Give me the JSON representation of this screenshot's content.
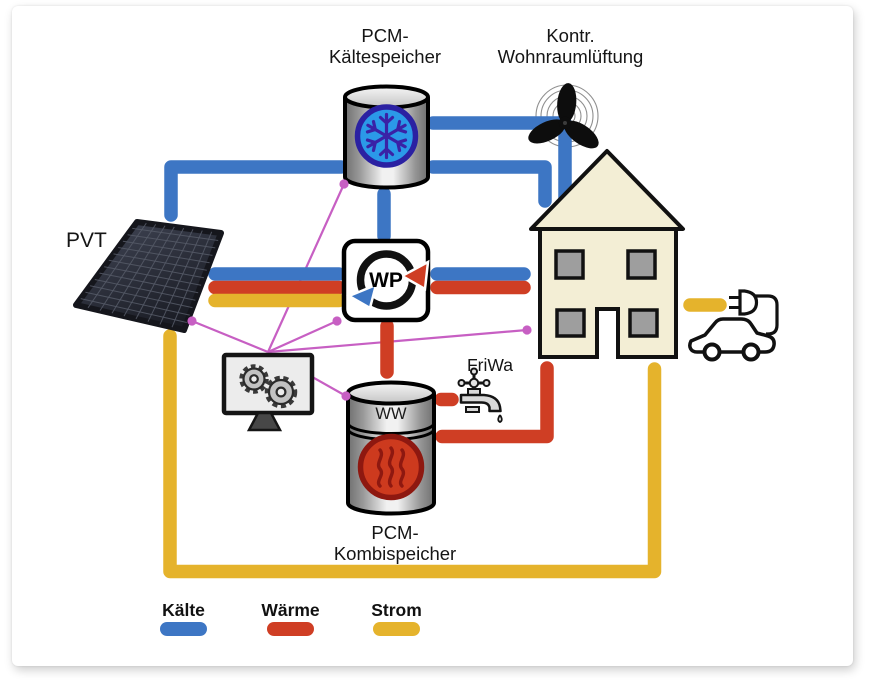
{
  "colors": {
    "cold": "#3d76c4",
    "heat": "#cf3e24",
    "power": "#e5b32c",
    "control": "#c75fc3",
    "house-fill": "#f3eed5",
    "window-fill": "#9e9e9e",
    "panel-dark": "#1a1c24",
    "metal-dark": "#707070",
    "metal-light": "#f1f1f1",
    "cold-icon-fill": "#2b99e8",
    "cold-icon-ring": "#2b21a2",
    "snowflake": "#3a22a6",
    "heat-icon-fill": "#cd3a1e",
    "heat-icon-ring": "#8e1810"
  },
  "nodes": {
    "cold_storage": {
      "label": "PCM-\nKältespeicher"
    },
    "ventilation": {
      "label": "Kontr.\nWohnraumlüftung"
    },
    "pvt": {
      "label": "PVT"
    },
    "heat_pump": {
      "label": "WP"
    },
    "friwa": {
      "label": "FriWa"
    },
    "combi_storage": {
      "label": "PCM-\nKombispeicher",
      "tank_top_label": "WW"
    },
    "house": {
      "name": "Haus"
    },
    "ev": {
      "name": "E-Auto"
    },
    "controller": {
      "name": "Regler"
    }
  },
  "legend": {
    "items": [
      {
        "label": "Kälte",
        "color_key": "cold"
      },
      {
        "label": "Wärme",
        "color_key": "heat"
      },
      {
        "label": "Strom",
        "color_key": "power"
      }
    ]
  },
  "connections": [
    {
      "type": "Kälte",
      "from": "PCM-Kältespeicher",
      "to": "PVT"
    },
    {
      "type": "Kälte",
      "from": "PCM-Kältespeicher",
      "to": "Kontr. Wohnraumlüftung"
    },
    {
      "type": "Kälte",
      "from": "PCM-Kältespeicher",
      "to": "Haus"
    },
    {
      "type": "Kälte",
      "from": "PCM-Kältespeicher",
      "to": "Wärmepumpe (WP)"
    },
    {
      "type": "Kälte",
      "from": "PVT",
      "to": "Wärmepumpe (WP)"
    },
    {
      "type": "Kälte",
      "from": "Wärmepumpe (WP)",
      "to": "Haus"
    },
    {
      "type": "Wärme",
      "from": "PVT",
      "to": "Wärmepumpe (WP)"
    },
    {
      "type": "Wärme",
      "from": "Wärmepumpe (WP)",
      "to": "Haus"
    },
    {
      "type": "Wärme",
      "from": "Wärmepumpe (WP)",
      "to": "PCM-Kombispeicher"
    },
    {
      "type": "Wärme",
      "from": "PCM-Kombispeicher",
      "to": "FriWa"
    },
    {
      "type": "Wärme",
      "from": "Haus",
      "to": "PCM-Kombispeicher"
    },
    {
      "type": "Strom",
      "from": "PVT",
      "to": "Wärmepumpe (WP)"
    },
    {
      "type": "Strom",
      "from": "PVT",
      "to": "Haus"
    },
    {
      "type": "Strom",
      "from": "Haus",
      "to": "E-Auto"
    },
    {
      "type": "Regelung",
      "from": "Regler",
      "to": "PCM-Kältespeicher"
    },
    {
      "type": "Regelung",
      "from": "Regler",
      "to": "PVT"
    },
    {
      "type": "Regelung",
      "from": "Regler",
      "to": "Wärmepumpe (WP)"
    },
    {
      "type": "Regelung",
      "from": "Regler",
      "to": "Haus"
    },
    {
      "type": "Regelung",
      "from": "Regler",
      "to": "PCM-Kombispeicher"
    }
  ]
}
